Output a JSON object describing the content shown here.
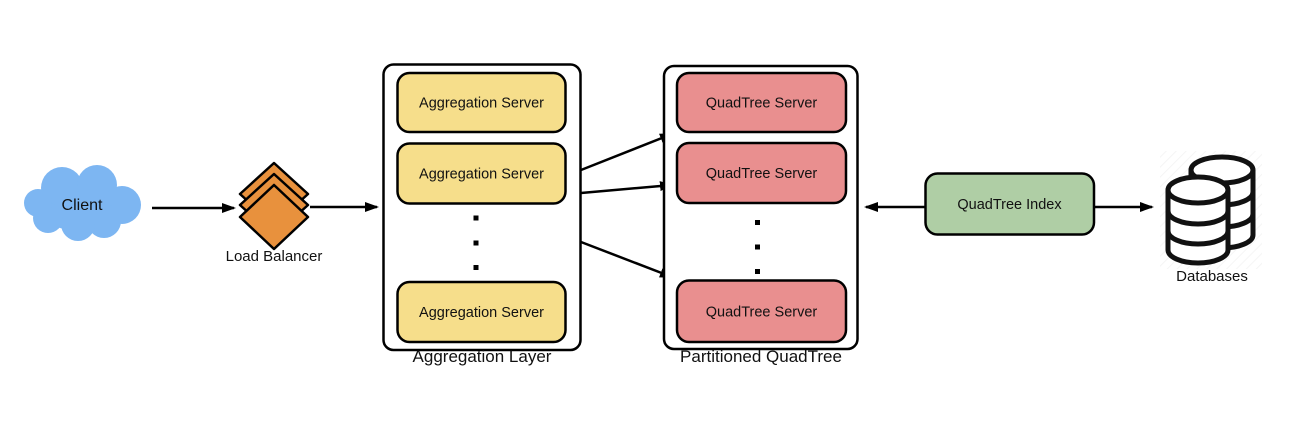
{
  "diagram": {
    "background": "#ffffff",
    "line_color": "#000000",
    "nodes": {
      "client": {
        "label": "Client",
        "shape": "cloud",
        "color": "#7DB6F2"
      },
      "load_balancer": {
        "label": "Load Balancer",
        "shape": "stacked-diamonds",
        "color": "#E8913D"
      },
      "aggregation_layer": {
        "label": "Aggregation Layer",
        "server_color": "#F6DE8B",
        "servers": [
          "Aggregation Server",
          "Aggregation Server",
          "Aggregation Server"
        ],
        "has_ellipsis": true
      },
      "partitioned_quadtree": {
        "label": "Partitioned QuadTree",
        "server_color": "#E98F8F",
        "servers": [
          "QuadTree Server",
          "QuadTree Server",
          "QuadTree Server"
        ],
        "has_ellipsis": true
      },
      "quadtree_index": {
        "label": "QuadTree Index",
        "shape": "rounded-rect",
        "color": "#AFCEA5"
      },
      "databases": {
        "label": "Databases",
        "shape": "database-cylinders",
        "color": "#ffffff"
      }
    },
    "edges": [
      {
        "from": "client",
        "to": "load_balancer",
        "arrowhead": "end"
      },
      {
        "from": "load_balancer",
        "to": "aggregation_layer",
        "arrowhead": "end"
      },
      {
        "from": "aggregation_layer",
        "to": "partitioned_quadtree.server1",
        "arrowhead": "end"
      },
      {
        "from": "aggregation_layer",
        "to": "partitioned_quadtree.server2",
        "arrowhead": "end"
      },
      {
        "from": "aggregation_layer",
        "to": "partitioned_quadtree.server3",
        "arrowhead": "end"
      },
      {
        "from": "quadtree_index",
        "to": "partitioned_quadtree",
        "arrowhead": "end"
      },
      {
        "from": "quadtree_index",
        "to": "databases",
        "arrowhead": "end"
      }
    ]
  }
}
